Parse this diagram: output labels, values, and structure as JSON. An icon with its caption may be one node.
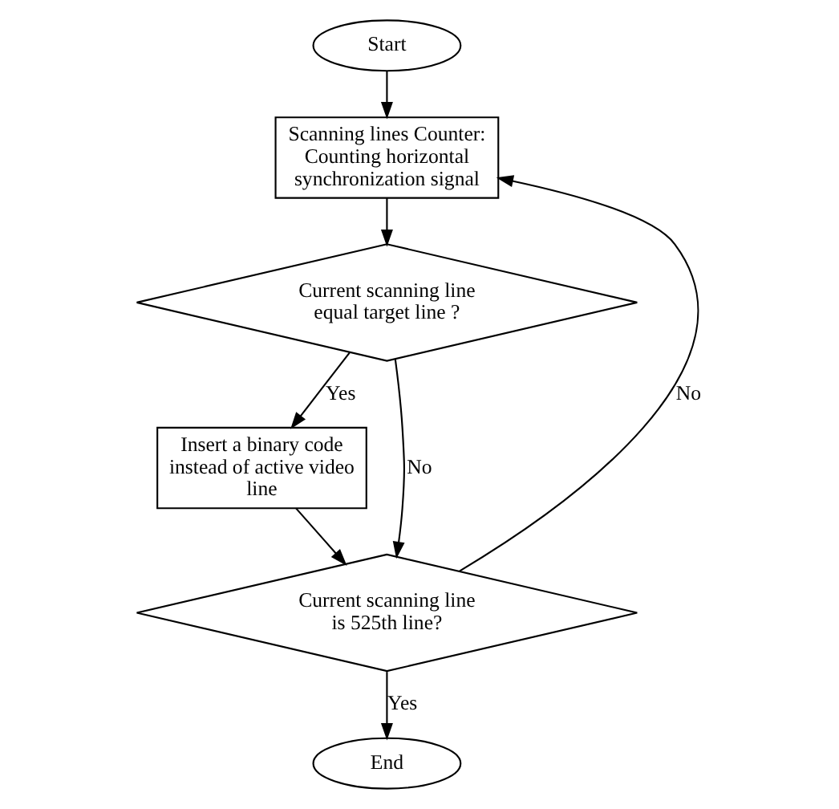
{
  "diagram": {
    "nodes": [
      {
        "text": [
          "Start"
        ]
      },
      {
        "text": [
          "Scanning lines Counter: Counting horizontal synchronization signal"
        ]
      },
      {
        "text": [
          "Current scanning line equal target line ?"
        ]
      },
      {
        "text": [
          "Insert a binary code instead of active video line"
        ]
      },
      {
        "text": [
          "Current scanning line is 525th line?"
        ]
      },
      {
        "text": [
          "End"
        ]
      }
    ],
    "edges": [
      {
        "from": 0,
        "to": 1,
        "arrow": "to"
      },
      {
        "from": 1,
        "to": 2,
        "arrow": "to"
      },
      {
        "from": 2,
        "to": 3,
        "arrow": "to",
        "label": "Yes"
      },
      {
        "from": 2,
        "to": 4,
        "arrow": "to",
        "label": "No"
      },
      {
        "from": 3,
        "to": 4,
        "arrow": "to"
      },
      {
        "from": 4,
        "to": 5,
        "arrow": "to",
        "label": "Yes"
      },
      {
        "from": 4,
        "to": 1,
        "arrow": "to",
        "label": "No"
      }
    ]
  }
}
